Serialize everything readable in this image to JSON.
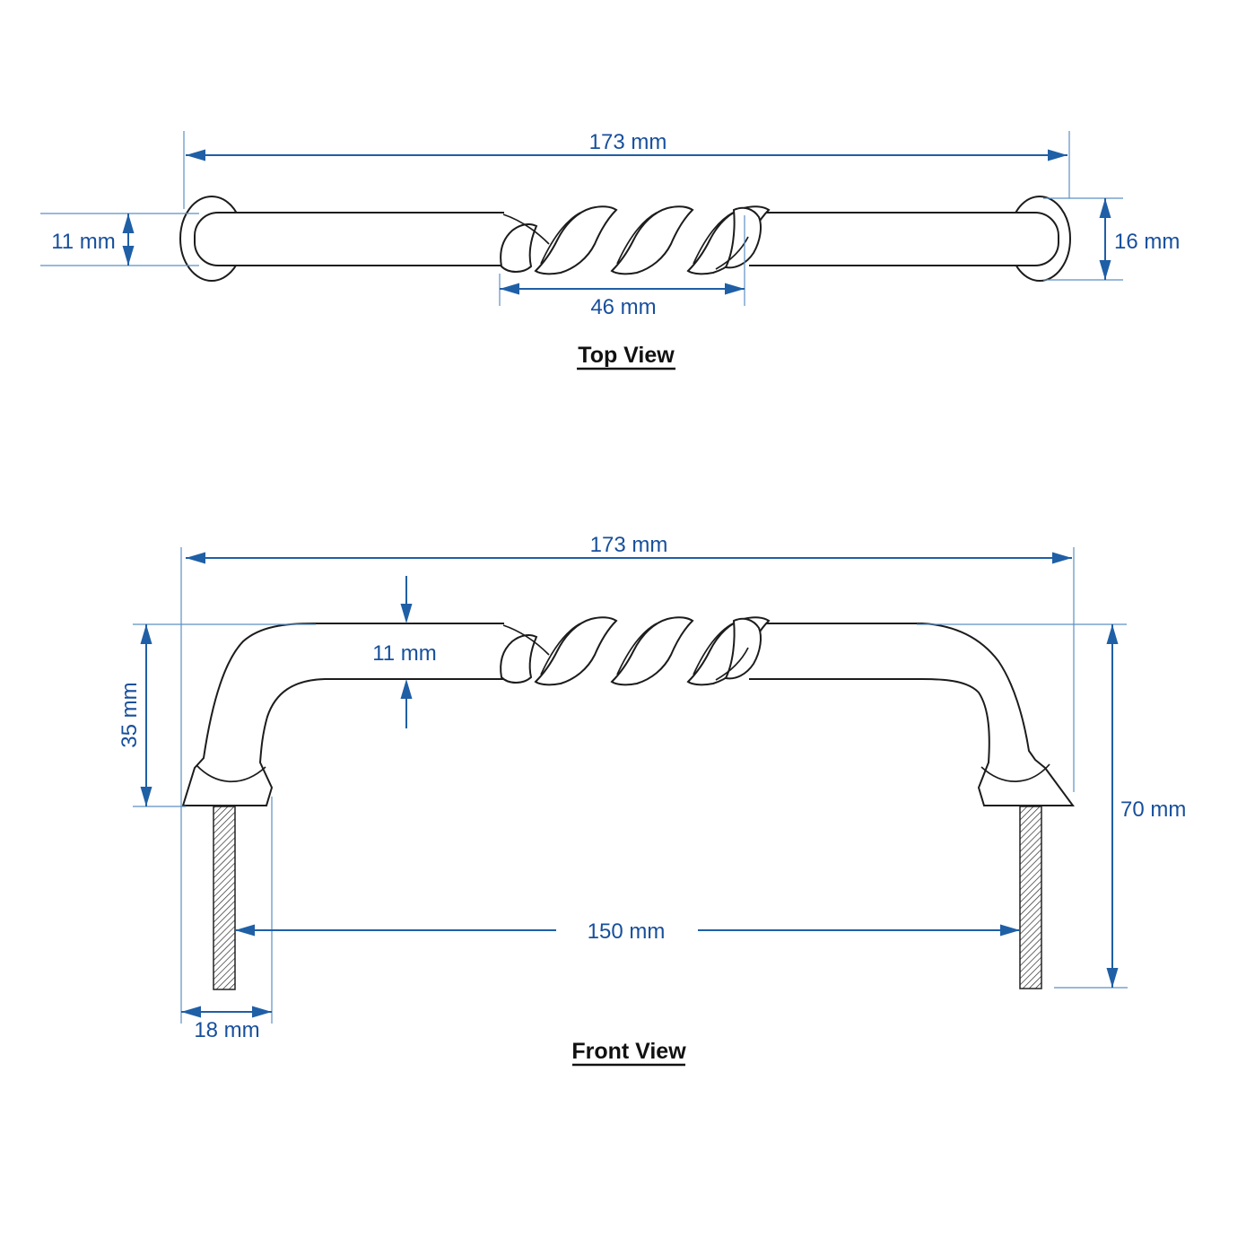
{
  "top_view": {
    "title": "Top View",
    "overall_length": "173 mm",
    "bar_diameter": "11 mm",
    "end_cap_width": "16 mm",
    "twist_section_length": "46 mm"
  },
  "front_view": {
    "title": "Front View",
    "overall_length": "173 mm",
    "bar_thickness": "11 mm",
    "leg_height": "35 mm",
    "overall_height": "70 mm",
    "mounting_spacing": "150 mm",
    "foot_width": "18 mm"
  },
  "colors": {
    "dimension_line_blue": "#1f5fa6",
    "extension_line_blue": "#5c8fc4",
    "dimension_text_blue": "#174f9c",
    "part_outline_black": "#1c1c1c",
    "background": "#ffffff"
  }
}
